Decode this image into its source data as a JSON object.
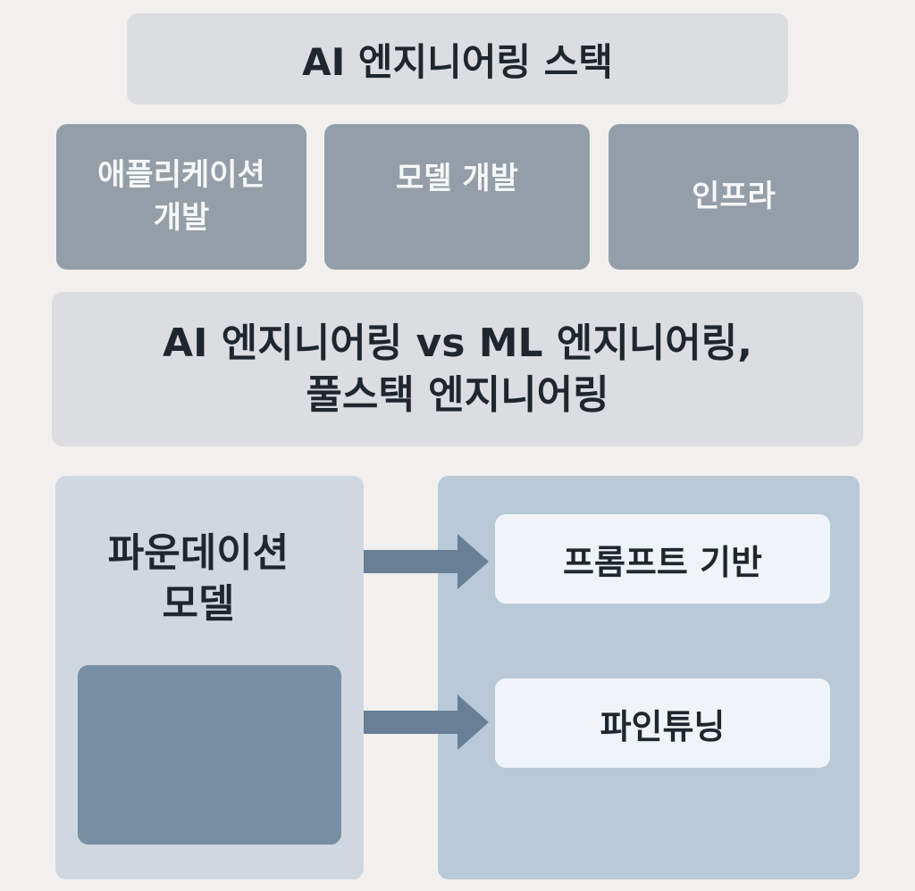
{
  "title": "AI 엔지니어링 스택",
  "stack_layers": [
    {
      "label_line1": "애플리케이션",
      "label_line2": "개발"
    },
    {
      "label": "모델 개발"
    },
    {
      "label": "인프라"
    }
  ],
  "comparison": {
    "line1": "AI 엔지니어링 vs ML 엔지니어링,",
    "line2": "풀스택 엔지니어링"
  },
  "foundation": {
    "line1": "파운데이션",
    "line2": "모델"
  },
  "methods": [
    {
      "label": "프롬프트 기반"
    },
    {
      "label": "파인튜닝"
    }
  ],
  "colors": {
    "background": "#f2f0ef",
    "header_bar": "#dcdde1",
    "stack_item": "#939ea8",
    "left_panel": "#cfd8e1",
    "foundation_block": "#788ea3",
    "right_panel": "#b9c9d7",
    "method_box": "#f0f4f8",
    "arrow": "#687f96"
  }
}
